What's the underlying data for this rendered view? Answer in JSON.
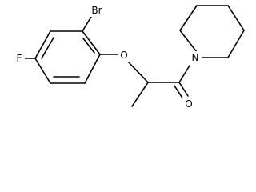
{
  "molecule": {
    "atoms": {
      "bromine": "Br",
      "fluorine": "F",
      "oxygen_ether": "O",
      "oxygen_carbonyl": "O",
      "nitrogen": "N"
    },
    "colors": {
      "bond": "#000000",
      "label": "#000000",
      "background": "#ffffff"
    }
  }
}
